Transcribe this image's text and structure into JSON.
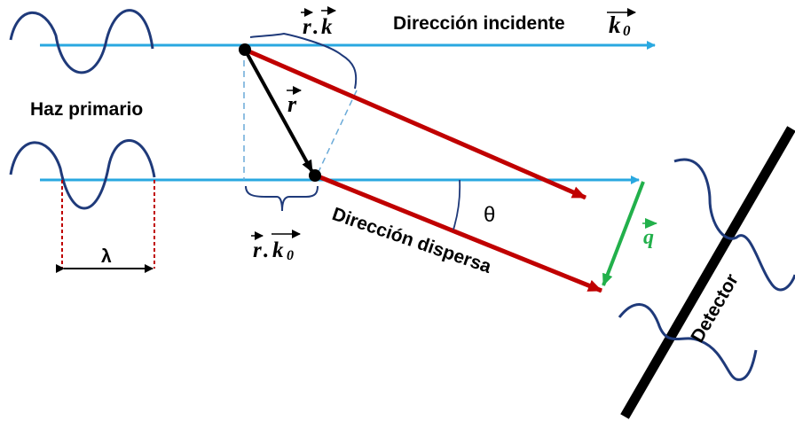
{
  "labels": {
    "incident_direction": "Dirección incidente",
    "incident_vector": "k",
    "incident_vector_subscript": "0",
    "primary_beam": "Haz primario",
    "scattered_direction": "Dirección dispersa",
    "position_vector": "r",
    "dot_rk_r": "r",
    "dot_rk_k": "k",
    "dot_rk0_r": "r",
    "dot_rk0_k": "k",
    "dot_rk0_sub": "0",
    "dot_symbol": ".",
    "theta": "θ",
    "wavelength": "λ",
    "scattering_vector": "q",
    "detector": "Detector"
  },
  "colors": {
    "beam": "#29a8e0",
    "scattered": "#c00000",
    "wave": "#1f3a7a",
    "q_vector": "#22b04b",
    "r_vector": "#000000",
    "wavelength_marker": "#c00000",
    "bracket": "#1f3a7a",
    "dashed_projection": "#6aaad8"
  }
}
